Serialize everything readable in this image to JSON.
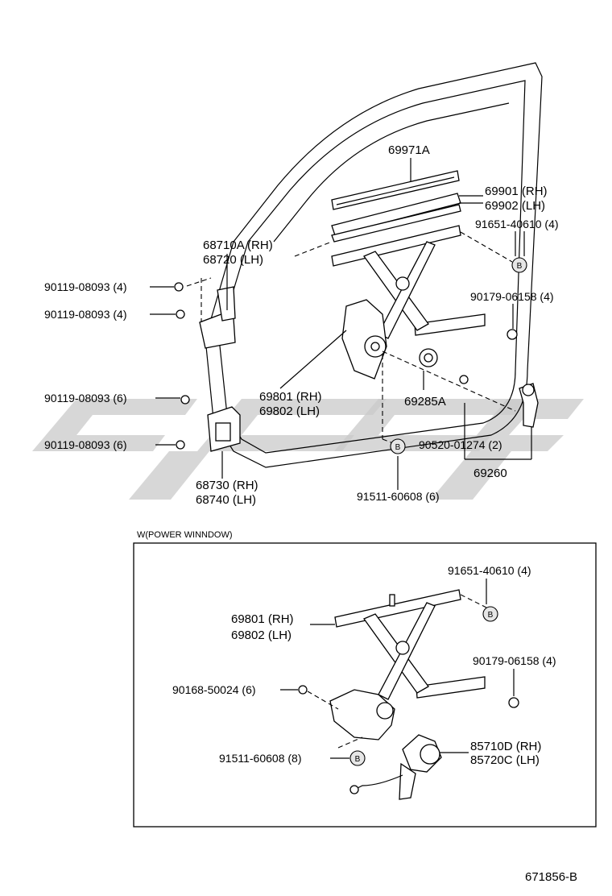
{
  "labels": {
    "p69971A": "69971A",
    "p69901": "69901 (RH)",
    "p69902": "69902 (LH)",
    "p91651_top": "91651-40610 (4)",
    "p68710A": "68710A (RH)",
    "p68720": "68720   (LH)",
    "p90119_a": "90119-08093 (4)",
    "p90119_b": "90119-08093 (4)",
    "p90179_top": "90179-06158 (4)",
    "p69801_top": "69801 (RH)",
    "p69802_top": "69802 (LH)",
    "p69285A": "69285A",
    "p90119_c": "90119-08093 (6)",
    "p90119_d": "90119-08093 (6)",
    "p90520": "90520-01274 (2)",
    "p69260": "69260",
    "p68730": "68730 (RH)",
    "p68740": "68740 (LH)",
    "p91511_top": "91511-60608 (6)",
    "inset_caption": "W(POWER  WINNDOW)",
    "p91651_in": "91651-40610 (4)",
    "p69801_in": "69801 (RH)",
    "p69802_in": "69802 (LH)",
    "p90179_in": "90179-06158 (4)",
    "p90168": "90168-50024 (6)",
    "p85710D": "85710D (RH)",
    "p85720C": "85720C (LH)",
    "p91511_in": "91511-60608 (8)",
    "drawing_no": "671856-B"
  },
  "callout_letter": "B"
}
